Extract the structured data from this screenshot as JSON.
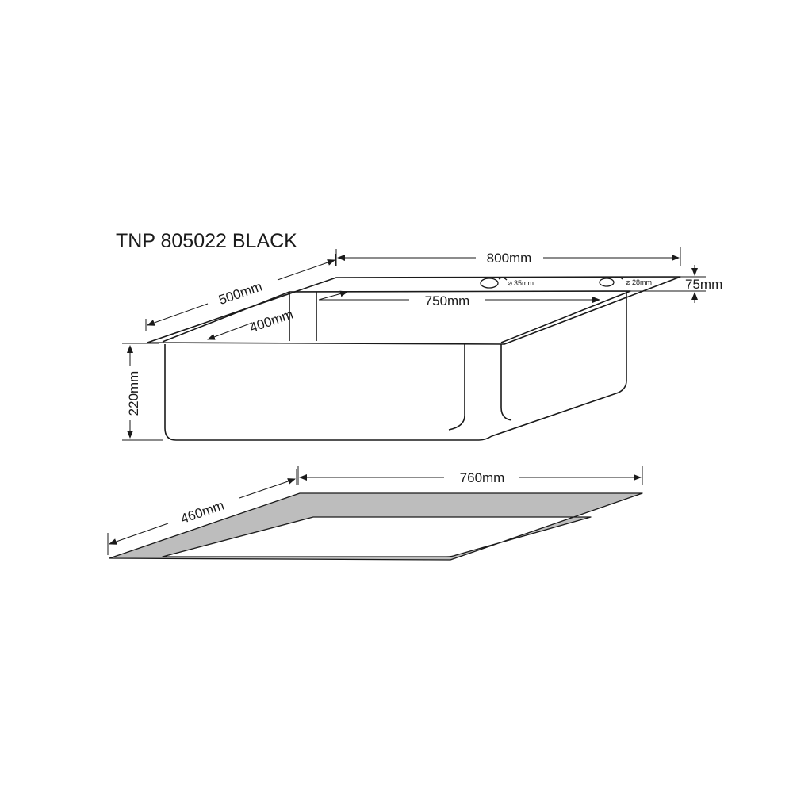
{
  "drawing": {
    "title": "TNP 805022 BLACK",
    "dimensions": {
      "overall_width": "800mm",
      "overall_depth": "500mm",
      "bowl_width": "750mm",
      "bowl_depth": "400mm",
      "bowl_height": "220mm",
      "rim": "75mm",
      "tap_hole_1": "35mm",
      "tap_hole_2": "28mm",
      "cutout_width": "760mm",
      "cutout_depth": "460mm"
    },
    "colors": {
      "line": "#1a1a1a",
      "cutout_fill": "#bdbdbd"
    }
  }
}
